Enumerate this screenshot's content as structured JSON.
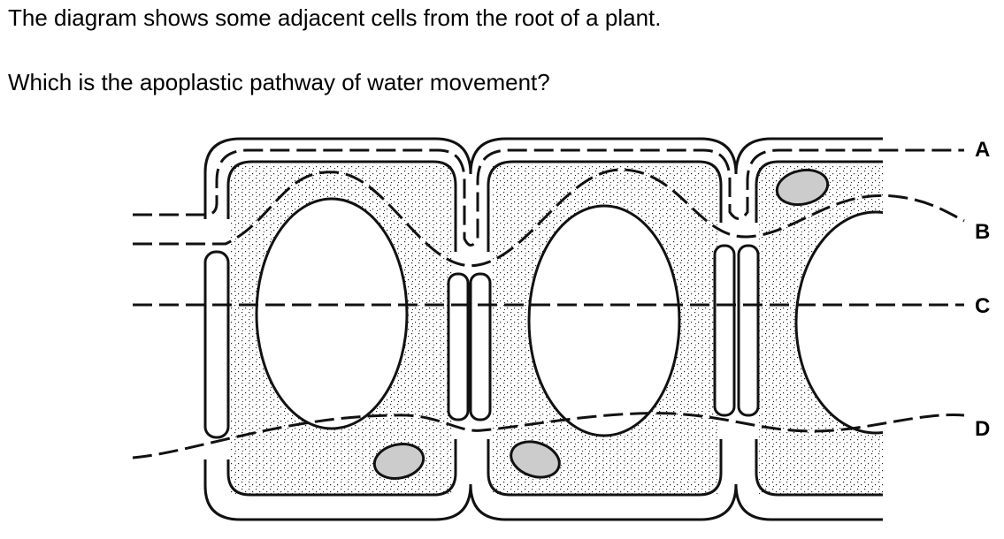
{
  "question": {
    "stem": "The diagram shows some adjacent cells from the root of a plant.",
    "prompt": "Which is the apoplastic pathway of water movement?"
  },
  "diagram": {
    "labels": [
      "A",
      "B",
      "C",
      "D"
    ],
    "colors": {
      "line": "#111111",
      "stipple": "#222222",
      "organelle": "#cccccc"
    }
  }
}
